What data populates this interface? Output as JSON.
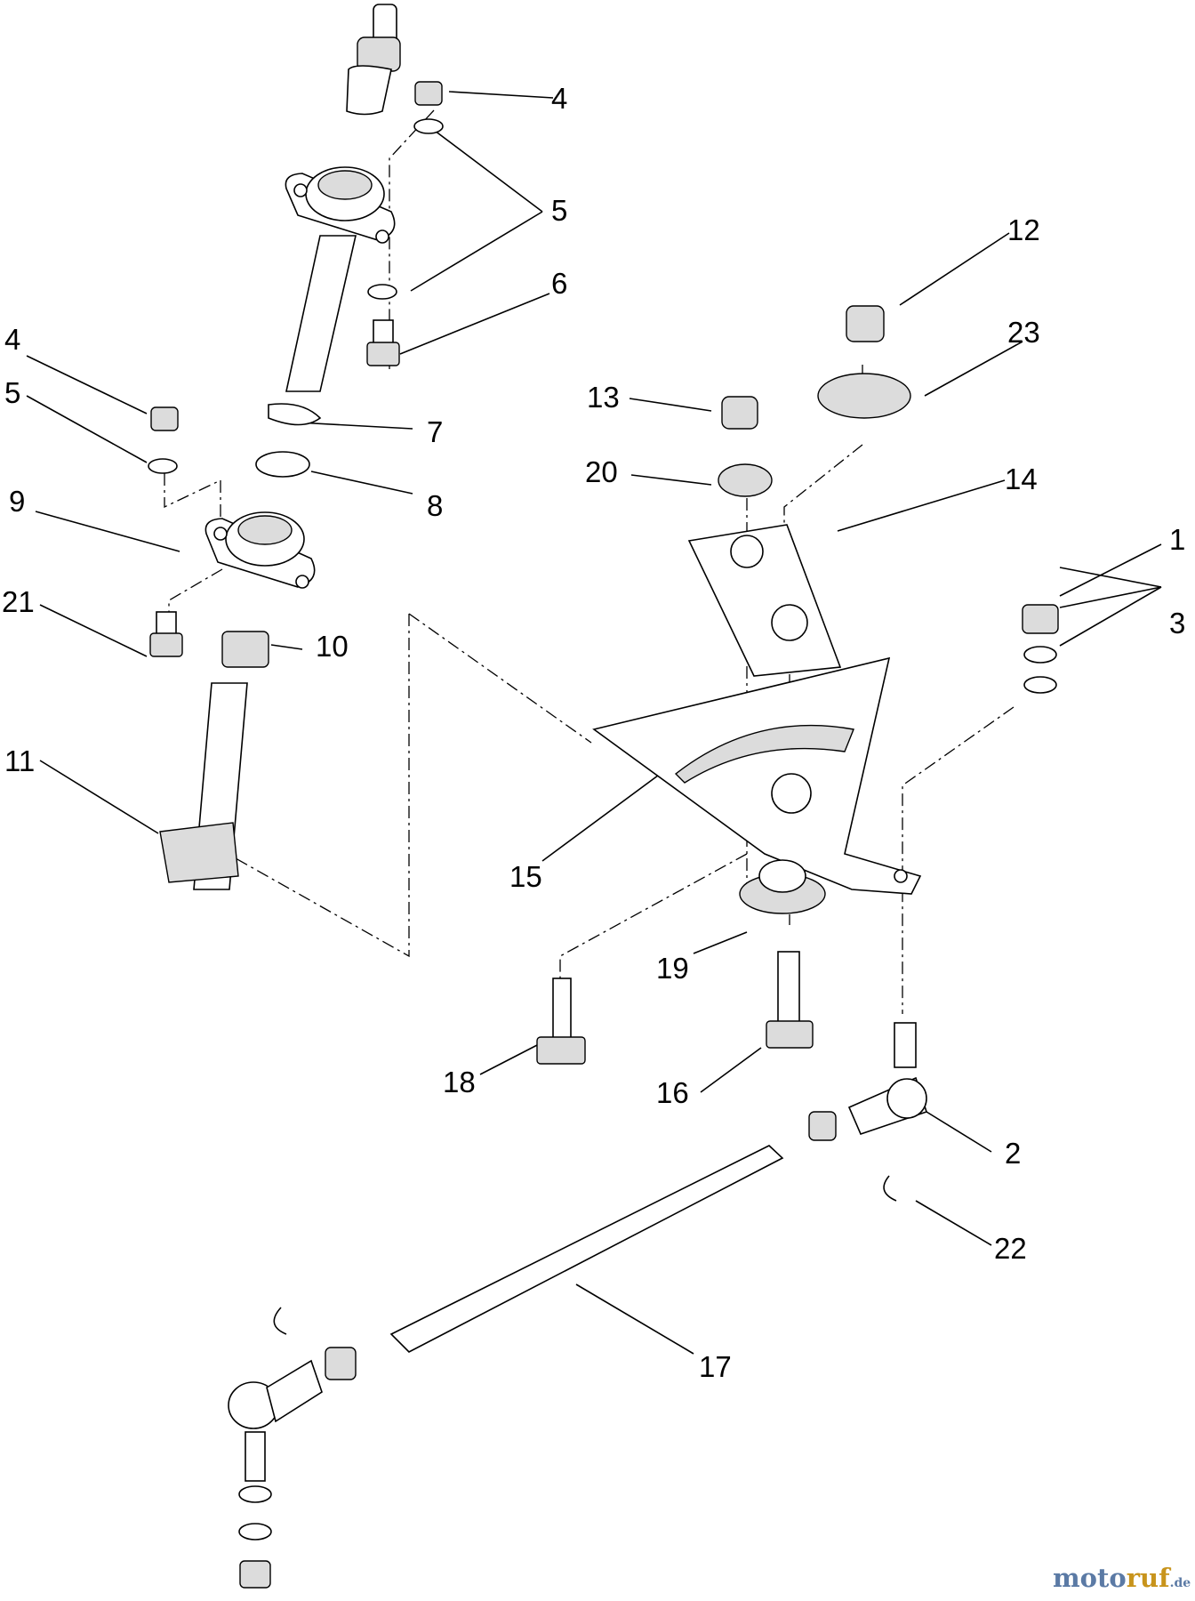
{
  "diagram": {
    "callouts": [
      "1",
      "2",
      "3",
      "4",
      "4",
      "5",
      "5",
      "6",
      "7",
      "8",
      "9",
      "10",
      "11",
      "12",
      "13",
      "14",
      "15",
      "16",
      "17",
      "18",
      "19",
      "20",
      "21",
      "22",
      "23"
    ]
  },
  "watermark": {
    "text": "motoruf",
    "suffix": ".de",
    "colors": {
      "moto": "#5b7aa5",
      "ruf": "#c8941c"
    }
  }
}
